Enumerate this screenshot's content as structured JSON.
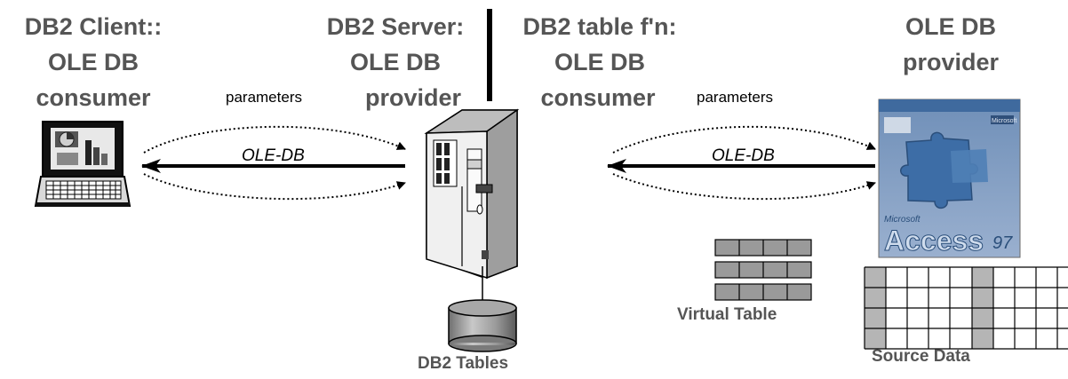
{
  "headers": {
    "client": [
      "DB2 Client::",
      "OLE DB",
      "consumer"
    ],
    "server": [
      "DB2 Server:",
      "OLE DB",
      "provider"
    ],
    "table_fn": [
      "DB2 table f'n:",
      "OLE DB",
      "consumer"
    ],
    "provider": [
      "OLE DB",
      "provider"
    ]
  },
  "labels": {
    "params_left": "parameters",
    "params_right": "parameters",
    "oledb_left": "OLE-DB",
    "oledb_right": "OLE-DB",
    "db2_tables": "DB2 Tables",
    "virtual_table": "Virtual Table",
    "source_data": "Source Data"
  },
  "access_box": {
    "brand": "Microsoft",
    "product": "Access",
    "version": "97"
  },
  "colors": {
    "header_text": "#555555",
    "access_blue": "#7f9bbf",
    "cell_gray": "#b5b5b5"
  },
  "icons": [
    "laptop-icon",
    "server-tower-icon",
    "database-cylinder-icon",
    "access-box-icon",
    "virtual-table-icon",
    "source-data-grid-icon"
  ]
}
